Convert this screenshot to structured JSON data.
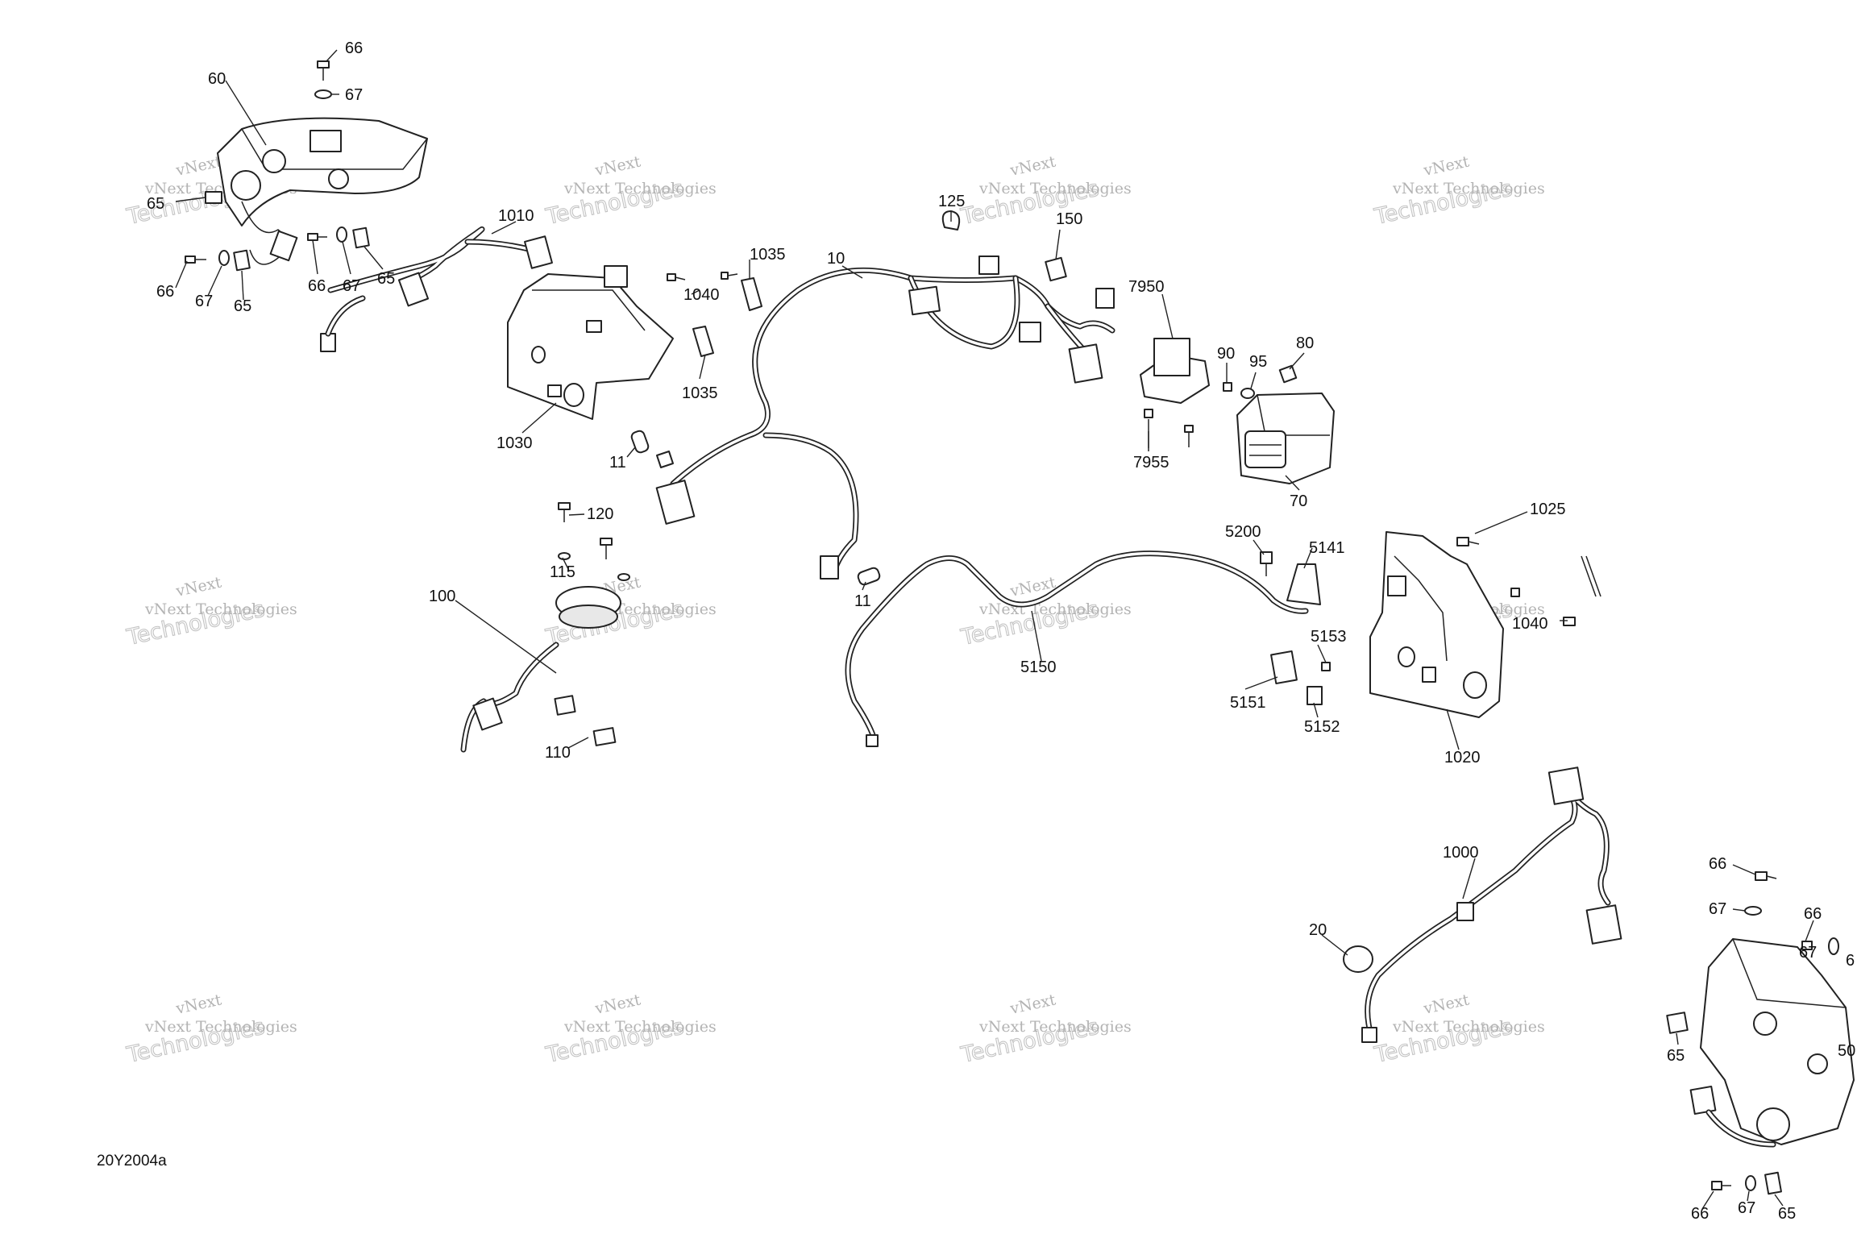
{
  "diagram": {
    "reference_code": "20Y2004a",
    "watermark": {
      "line1": "vNext Technologies",
      "line2": "Technologies",
      "mark": "vNext"
    },
    "callouts": [
      {
        "id": "c60",
        "label": "60"
      },
      {
        "id": "c66a",
        "label": "66"
      },
      {
        "id": "c67a",
        "label": "67"
      },
      {
        "id": "c65a",
        "label": "65"
      },
      {
        "id": "c66b",
        "label": "66"
      },
      {
        "id": "c67b",
        "label": "67"
      },
      {
        "id": "c65b",
        "label": "65"
      },
      {
        "id": "c66c",
        "label": "66"
      },
      {
        "id": "c67c",
        "label": "67"
      },
      {
        "id": "c65c",
        "label": "65"
      },
      {
        "id": "c1010",
        "label": "1010"
      },
      {
        "id": "c1030",
        "label": "1030"
      },
      {
        "id": "c1035a",
        "label": "1035"
      },
      {
        "id": "c1040a",
        "label": "1040"
      },
      {
        "id": "c1035b",
        "label": "1035"
      },
      {
        "id": "c10",
        "label": "10"
      },
      {
        "id": "c125",
        "label": "125"
      },
      {
        "id": "c150",
        "label": "150"
      },
      {
        "id": "c7950",
        "label": "7950"
      },
      {
        "id": "c7955",
        "label": "7955"
      },
      {
        "id": "c90",
        "label": "90"
      },
      {
        "id": "c95",
        "label": "95"
      },
      {
        "id": "c80",
        "label": "80"
      },
      {
        "id": "c70",
        "label": "70"
      },
      {
        "id": "c11a",
        "label": "11"
      },
      {
        "id": "c11b",
        "label": "11"
      },
      {
        "id": "c120",
        "label": "120"
      },
      {
        "id": "c115",
        "label": "115"
      },
      {
        "id": "c100",
        "label": "100"
      },
      {
        "id": "c110",
        "label": "110"
      },
      {
        "id": "c5200",
        "label": "5200"
      },
      {
        "id": "c5141",
        "label": "5141"
      },
      {
        "id": "c5150",
        "label": "5150"
      },
      {
        "id": "c5153",
        "label": "5153"
      },
      {
        "id": "c5151",
        "label": "5151"
      },
      {
        "id": "c5152",
        "label": "5152"
      },
      {
        "id": "c1025",
        "label": "1025"
      },
      {
        "id": "c1040b",
        "label": "1040"
      },
      {
        "id": "c1020",
        "label": "1020"
      },
      {
        "id": "c1000",
        "label": "1000"
      },
      {
        "id": "c20",
        "label": "20"
      },
      {
        "id": "c66d",
        "label": "66"
      },
      {
        "id": "c67d",
        "label": "67"
      },
      {
        "id": "c66e",
        "label": "66"
      },
      {
        "id": "c67e",
        "label": "67"
      },
      {
        "id": "c6x",
        "label": "6"
      },
      {
        "id": "c65d",
        "label": "65"
      },
      {
        "id": "c50",
        "label": "50"
      },
      {
        "id": "c66f",
        "label": "66"
      },
      {
        "id": "c67f",
        "label": "67"
      },
      {
        "id": "c65e",
        "label": "65"
      }
    ]
  }
}
